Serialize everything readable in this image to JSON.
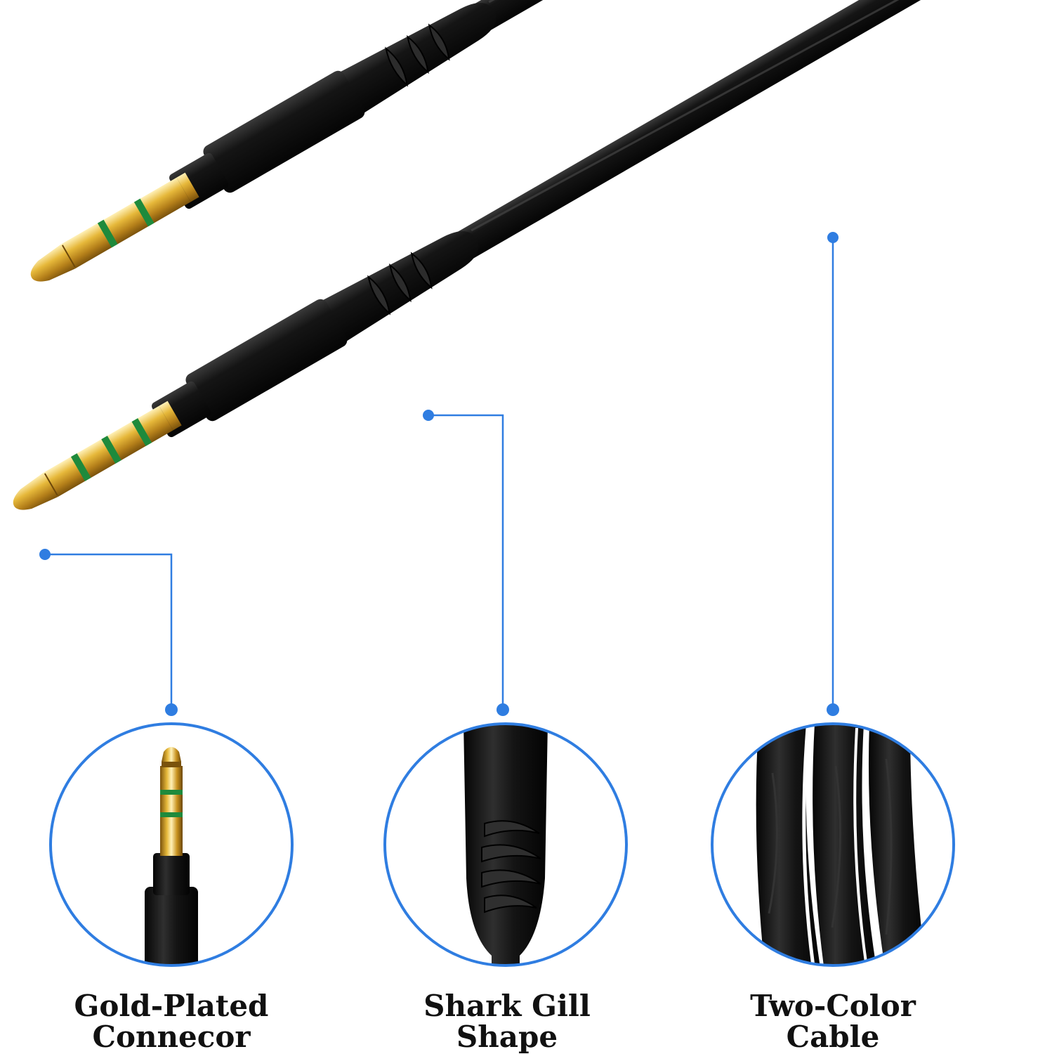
{
  "colors": {
    "accent_blue": "#2f7de1",
    "cable_black": "#111111",
    "gold": "#d9a92a",
    "ring_green": "#1e8a3c"
  },
  "features": [
    {
      "line1": "Gold-Plated",
      "line2": "Connecor",
      "icon": "gold-plated-connector-detail"
    },
    {
      "line1": "Shark Gill",
      "line2": "Shape",
      "icon": "shark-gill-strain-relief-detail"
    },
    {
      "line1": "Two-Color",
      "line2": "Cable",
      "icon": "two-color-cable-detail"
    }
  ]
}
